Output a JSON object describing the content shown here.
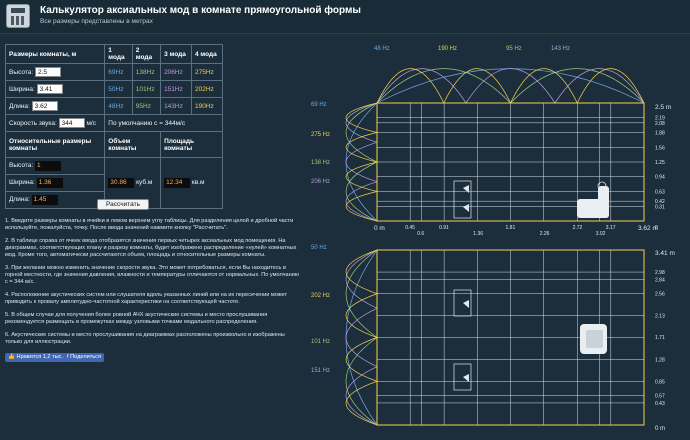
{
  "header": {
    "title": "Калькулятор аксиальных мод в комнате прямоугольной формы",
    "subtitle": "Все размеры представлены в метрах"
  },
  "table": {
    "head": "Размеры комнаты, м",
    "mode_headers": [
      "1 мода",
      "2 мода",
      "3 мода",
      "4 мода"
    ],
    "rows": [
      {
        "label": "Высота:",
        "value": "2.5",
        "modes": [
          "69Hz",
          "138Hz",
          "206Hz",
          "275Hz"
        ]
      },
      {
        "label": "Ширина:",
        "value": "3.41",
        "modes": [
          "50Hz",
          "101Hz",
          "151Hz",
          "202Hz"
        ]
      },
      {
        "label": "Длина:",
        "value": "3.62",
        "modes": [
          "48Hz",
          "95Hz",
          "143Hz",
          "190Hz"
        ]
      }
    ],
    "speed_label": "Скорость звука:",
    "speed_value": "344",
    "speed_unit": "м/с",
    "speed_default": "По умолчанию с = 344м/с",
    "relative_head": "Относительные размеры комнаты",
    "volume_head": "Объем комнаты",
    "area_head": "Площадь комнаты",
    "relative": [
      {
        "label": "Высота:",
        "value": "1"
      },
      {
        "label": "Ширина:",
        "value": "1.36"
      },
      {
        "label": "Длина:",
        "value": "1.45"
      }
    ],
    "volume_value": "30.86",
    "volume_unit": "куб.м",
    "area_value": "12.34",
    "area_unit": "кв.м"
  },
  "calc_button": "Рассчитать",
  "notes": [
    "1. Введите размеры комнаты в ячейки в левом верхнем углу таблицы. Для разделения целой и дробной части используйте, пожалуйста, точку. После ввода значений нажмите кнопку \"Рассчитать\".",
    "2. В таблице справа от ячеек ввода отобразятся значения первых четырех аксиальных мод помещения. На диаграммах, соответствующих плану и разрезу комнаты, будет изображено распределение «нулей» комнатных мод. Кроме того, автоматически рассчитаются объем, площадь и относительные размеры комнаты.",
    "3. При желании можно изменить значение скорости звука. Это может потребоваться, если Вы находитесь в горной местности, где значения давления, влажности и температуры отличаются от нормальных. По умолчанию с = 344 м/с.",
    "4. Расположение акустических систем или слушателя вдоль указанных линий или на их пересечении может приводить к провалу амплитудно-частотной характеристики на соответствующей частоте.",
    "5. В общем случае для получения более ровной АЧХ акустические системы и место прослушивания рекомендуется размещать в промежутках между узловыми точками модального распределения.",
    "6. Акустические системы и место прослушивания на диаграммах расположены произвольно и изображены только для иллюстрации."
  ],
  "social": {
    "fb_like": "Нравится 1,2 тыс.",
    "fb_share": "Поделиться"
  },
  "diagram_top": {
    "top_freqs": [
      "48 Hz",
      "190 Hz",
      "95 Hz",
      "143 Hz"
    ],
    "left_freqs": [
      "69 Hz",
      "275 Hz",
      "138 Hz",
      "206 Hz"
    ],
    "right_max": "2.5 m",
    "right_ticks": [
      "2.19",
      "2.08",
      "1.88",
      "1.56",
      "1.25",
      "0.94",
      "0.63",
      "0.42",
      "0.31"
    ],
    "right_zero": "0",
    "bottom_ticks_a": [
      "0.45",
      "0.91",
      "1.81",
      "2.72",
      "3.17"
    ],
    "bottom_ticks_b": [
      "0.6",
      "1.36",
      "2.26",
      "3.02"
    ],
    "x_zero": "0 m",
    "x_max": "3.62 m"
  },
  "diagram_bottom": {
    "left_freqs": [
      "50 Hz",
      "202 Hz",
      "101 Hz",
      "151 Hz"
    ],
    "right_max": "3.41 m",
    "right_ticks": [
      "2.98",
      "2.84",
      "2.56",
      "2.13",
      "1.71",
      "1.28",
      "0.85",
      "0.57",
      "0.43"
    ],
    "right_zero": "0 m"
  },
  "colors": {
    "background": "#1c2e3c",
    "frame": "#f2d04a",
    "mode1": "#6aa8e6",
    "mode2": "#9acc7a",
    "mode3": "#b99be0",
    "mode4": "#f2d04a"
  }
}
